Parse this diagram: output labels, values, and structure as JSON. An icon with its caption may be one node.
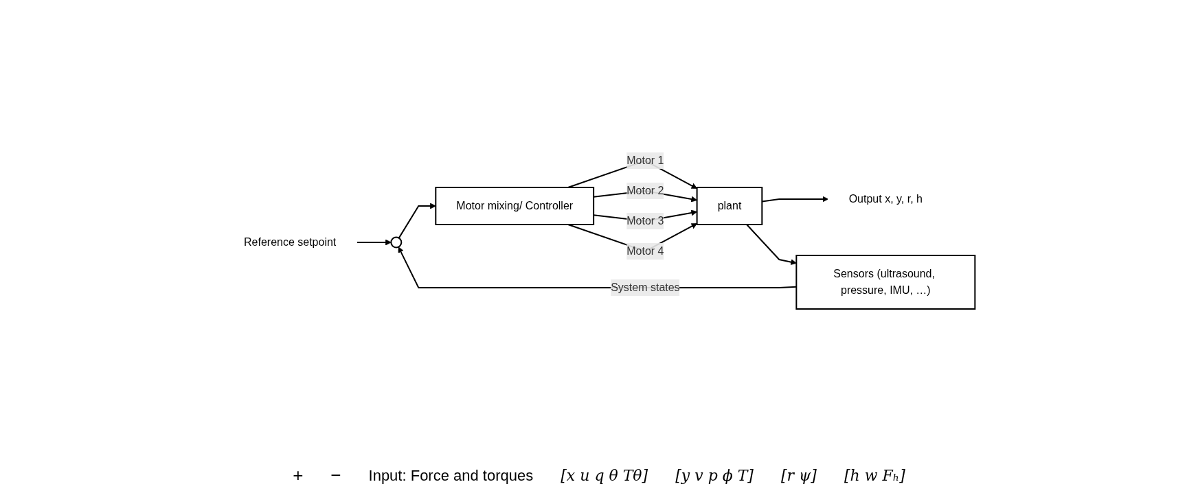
{
  "diagram": {
    "nodes": [
      {
        "text": [
          "Reference setpoint"
        ]
      },
      {
        "text": [],
        "shape": "circle",
        "beside": [
          "+",
          "−"
        ]
      },
      {
        "text": [
          "Motor mixing/ Controller"
        ]
      },
      {
        "text": [
          "plant"
        ]
      },
      {
        "text": [
          "Output x, y, r, h"
        ]
      },
      {
        "text": [
          "Sensors (ultrasound, pressure, IMU, …)"
        ]
      }
    ],
    "edges": [
      {
        "from": 0,
        "to": 1,
        "arrow": "to"
      },
      {
        "from": 1,
        "to": 2,
        "arrow": "to"
      },
      {
        "from": 2,
        "to": 3,
        "label": "Motor 1",
        "arrow": "to"
      },
      {
        "from": 2,
        "to": 3,
        "label": "Motor 2",
        "arrow": "to"
      },
      {
        "from": 2,
        "to": 3,
        "label": "Motor 3",
        "arrow": "to"
      },
      {
        "from": 2,
        "to": 3,
        "label": "Motor 4",
        "arrow": "to"
      },
      {
        "from": 3,
        "to": 4,
        "arrow": "to"
      },
      {
        "from": 3,
        "to": 5,
        "arrow": "to"
      },
      {
        "from": 5,
        "to": 1,
        "label": "System states",
        "arrow": "to"
      }
    ],
    "labels": [
      "Input: Force and torques",
      "[x u q θ Tθ]",
      "[y v p ϕ T]",
      "[r ψ]",
      "[h w Fₕ]"
    ]
  }
}
